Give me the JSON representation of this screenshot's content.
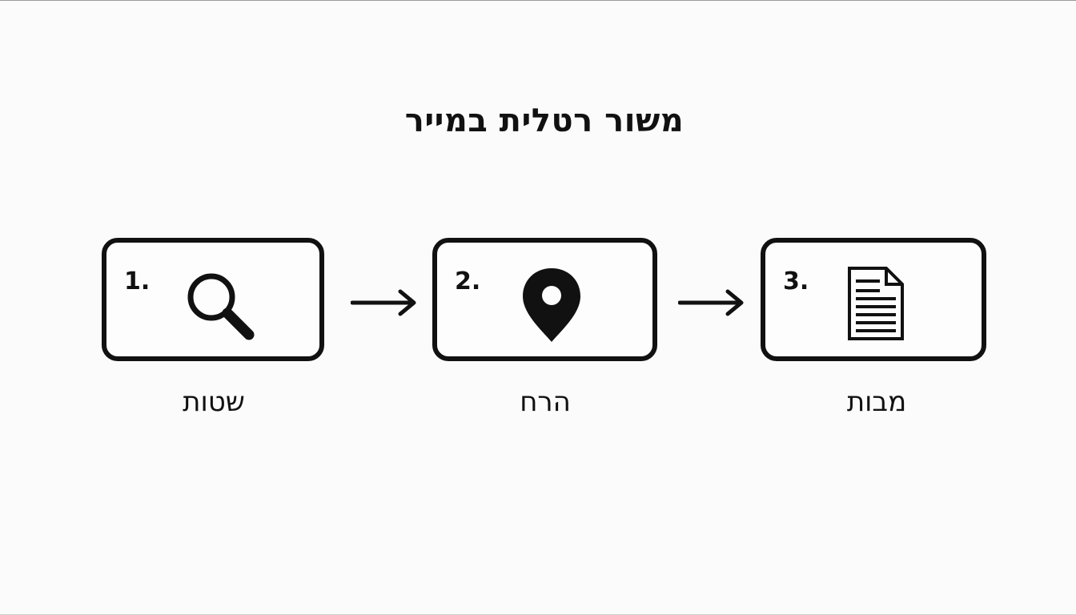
{
  "title": "משור רטלית במייר",
  "steps": [
    {
      "number": "1.",
      "icon": "search-icon",
      "label": "שטות"
    },
    {
      "number": "2.",
      "icon": "map-pin-icon",
      "label": "הרח"
    },
    {
      "number": "3.",
      "icon": "document-icon",
      "label": "מבות"
    }
  ],
  "colors": {
    "background": "#fbfbfb",
    "stroke": "#111111"
  }
}
